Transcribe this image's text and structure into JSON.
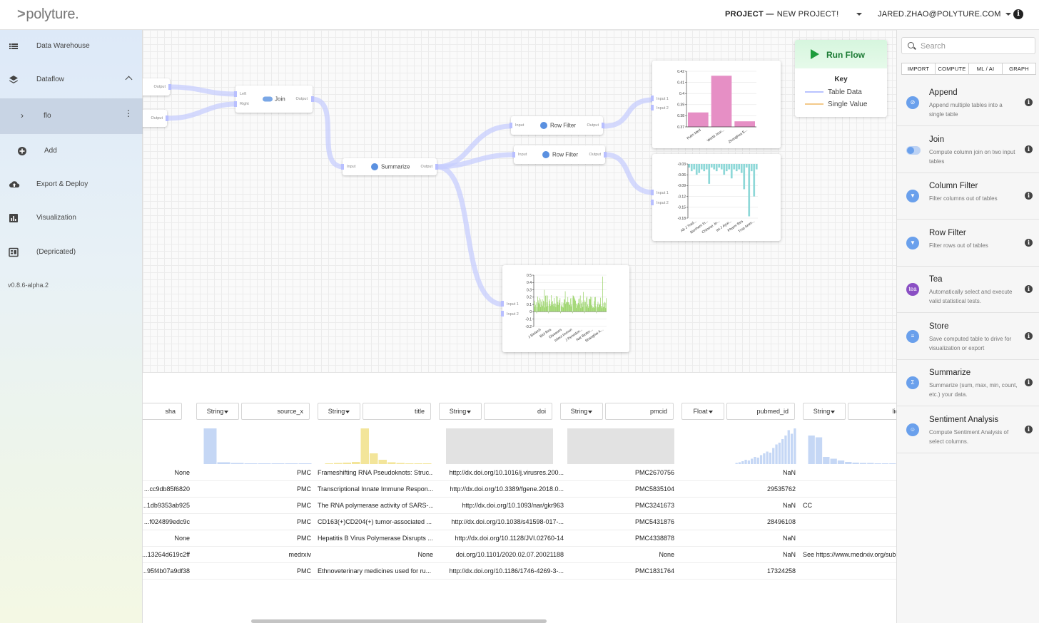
{
  "app": {
    "logo": "polyture."
  },
  "topbar": {
    "project_label": "PROJECT —",
    "project_name": "NEW PROJECT!",
    "user_email": "JARED.ZHAO@POLYTURE.COM"
  },
  "sidebar": {
    "items": [
      {
        "label": "Data Warehouse",
        "icon": "list-icon"
      },
      {
        "label": "Dataflow",
        "icon": "layers-icon"
      },
      {
        "label": "flo",
        "icon": "chevron-right-icon"
      },
      {
        "label": "Add",
        "icon": "plus-circle-icon"
      },
      {
        "label": "Export & Deploy",
        "icon": "cloud-upload-icon"
      },
      {
        "label": "Visualization",
        "icon": "bar-chart-icon"
      },
      {
        "label": "(Depricated)",
        "icon": "dashboard-icon"
      }
    ],
    "version": "v0.8.6-alpha.2"
  },
  "flow": {
    "run_label": "Run Flow",
    "key_title": "Key",
    "key_table": "Table Data",
    "key_single": "Single Value",
    "colors": {
      "table_data": "#b9c3ff",
      "single_value": "#f3c98a"
    },
    "nodes": {
      "output1": "Output",
      "output2": "Output",
      "join": {
        "label": "Join",
        "left": "Left",
        "right": "Right",
        "out": "Output"
      },
      "summarize": {
        "label": "Summarize",
        "in": "Input",
        "out": "Output"
      },
      "filter1": {
        "label": "Row Filter",
        "in": "Input",
        "out": "Output"
      },
      "filter2": {
        "label": "Row Filter",
        "in": "Input",
        "out": "Output"
      },
      "chart_in1": "Input 1",
      "chart_in2": "Input 2"
    }
  },
  "chart_data": [
    {
      "type": "bar",
      "categories": [
        "Pulm Med",
        "World Jour...",
        "Zhonghua E..."
      ],
      "values": [
        0.383,
        0.416,
        0.375
      ],
      "ylim": [
        0.37,
        0.42
      ],
      "yticks": [
        "0.42",
        "0.41",
        "0.4",
        "0.39",
        "0.38",
        "0.37"
      ],
      "color": "#e68fc5"
    },
    {
      "type": "bar",
      "categories": [
        "Ab J Trad...",
        "Biochem In...",
        "Chinese Jo...",
        "Int J Ayur...",
        "Pharm Res",
        "Trop Anim..."
      ],
      "ylim": [
        -0.18,
        -0.03
      ],
      "yticks": [
        "-0.03",
        "-0.06",
        "-0.09",
        "-0.12",
        "-0.15",
        "-0.18"
      ],
      "color": "#8ed8d8"
    },
    {
      "type": "bar",
      "categories": [
        "J Biotech",
        "Biol Res",
        "Diseases",
        "Infect Immun",
        "J Periodon...",
        "Nat Biotec...",
        "Shanghai A..."
      ],
      "ylim": [
        -0.2,
        0.5
      ],
      "yticks": [
        "0.5",
        "0.4",
        "0.3",
        "0.2",
        "0.1",
        "0",
        "-0.1",
        "-0.2"
      ],
      "color": "#9bd46b"
    }
  ],
  "table": {
    "columns": [
      {
        "name": "sha",
        "type": "String"
      },
      {
        "name": "source_x",
        "type": "String"
      },
      {
        "name": "title",
        "type": "String"
      },
      {
        "name": "doi",
        "type": "String"
      },
      {
        "name": "pmcid",
        "type": "Float"
      },
      {
        "name": "pubmed_id",
        "type": "String"
      },
      {
        "name": "lic",
        "type": ""
      }
    ],
    "rows": [
      [
        "None",
        "PMC",
        "Frameshifting RNA Pseudoknots: Struc...",
        "http://dx.doi.org/10.1016/j.virusres.200...",
        "PMC2670756",
        "NaN",
        ""
      ],
      [
        "cc9db85f6820...",
        "PMC",
        "Transcriptional Innate Immune Respon...",
        "http://dx.doi.org/10.3389/fgene.2018.0...",
        "PMC5835104",
        "29535762",
        ""
      ],
      [
        "1db9353ab925...",
        "PMC",
        "The RNA polymerase activity of SARS-...",
        "http://dx.doi.org/10.1093/nar/gkr963",
        "PMC3241673",
        "NaN",
        "CC"
      ],
      [
        "f024899edc9c...",
        "PMC",
        "CD163(+)CD204(+) tumor-associated ...",
        "http://dx.doi.org/10.1038/s41598-017-...",
        "PMC5431876",
        "28496108",
        ""
      ],
      [
        "None",
        "PMC",
        "Hepatitis B Virus Polymerase Disrupts ...",
        "http://dx.doi.org/10.1128/JVI.02760-14",
        "PMC4338878",
        "NaN",
        ""
      ],
      [
        "13264d619c2ff...",
        "medrxiv",
        "None",
        "doi.org/10.1101/2020.02.07.20021188",
        "None",
        "NaN",
        "See https://www.medrxiv.org/subm"
      ],
      [
        "95f4b07a9df38...",
        "PMC",
        "Ethnoveterinary medicines used for ru...",
        "http://dx.doi.org/10.1186/1746-4269-3-...",
        "PMC1831764",
        "17324258",
        ""
      ]
    ]
  },
  "rpanel": {
    "search_placeholder": "Search",
    "tabs": [
      "IMPORT",
      "COMPUTE",
      "ML / AI",
      "GRAPH"
    ],
    "ops": [
      {
        "title": "Append",
        "desc": "Append multiple tables into a single table",
        "icon": "paperclip-icon",
        "color": "#6aa0ec",
        "glyph": "⊘"
      },
      {
        "title": "Join",
        "desc": "Compute column join on two input tables",
        "icon": "toggle-icon",
        "color": "#6aa0ec",
        "glyph": ""
      },
      {
        "title": "Column Filter",
        "desc": "Filter columns out of tables",
        "icon": "filter-icon",
        "color": "#6aa0ec",
        "glyph": "▼"
      },
      {
        "title": "Row Filter",
        "desc": "Filter rows out of tables",
        "icon": "filter-icon",
        "color": "#6aa0ec",
        "glyph": "▼"
      },
      {
        "title": "Tea",
        "desc": "Automatically select and execute valid statistical tests.",
        "icon": "tea-icon",
        "color": "#8a4fc4",
        "glyph": "tea"
      },
      {
        "title": "Store",
        "desc": "Save computed table to drive for visualization or export",
        "icon": "database-icon",
        "color": "#6aa0ec",
        "glyph": "≡"
      },
      {
        "title": "Summarize",
        "desc": "Summarize (sum, max, min, count, etc.) your data.",
        "icon": "sigma-icon",
        "color": "#6aa0ec",
        "glyph": "Σ"
      },
      {
        "title": "Sentiment Analysis",
        "desc": "Compute Sentiment Analysis of select columns.",
        "icon": "sentiment-icon",
        "color": "#6aa0ec",
        "glyph": "☺"
      }
    ]
  }
}
